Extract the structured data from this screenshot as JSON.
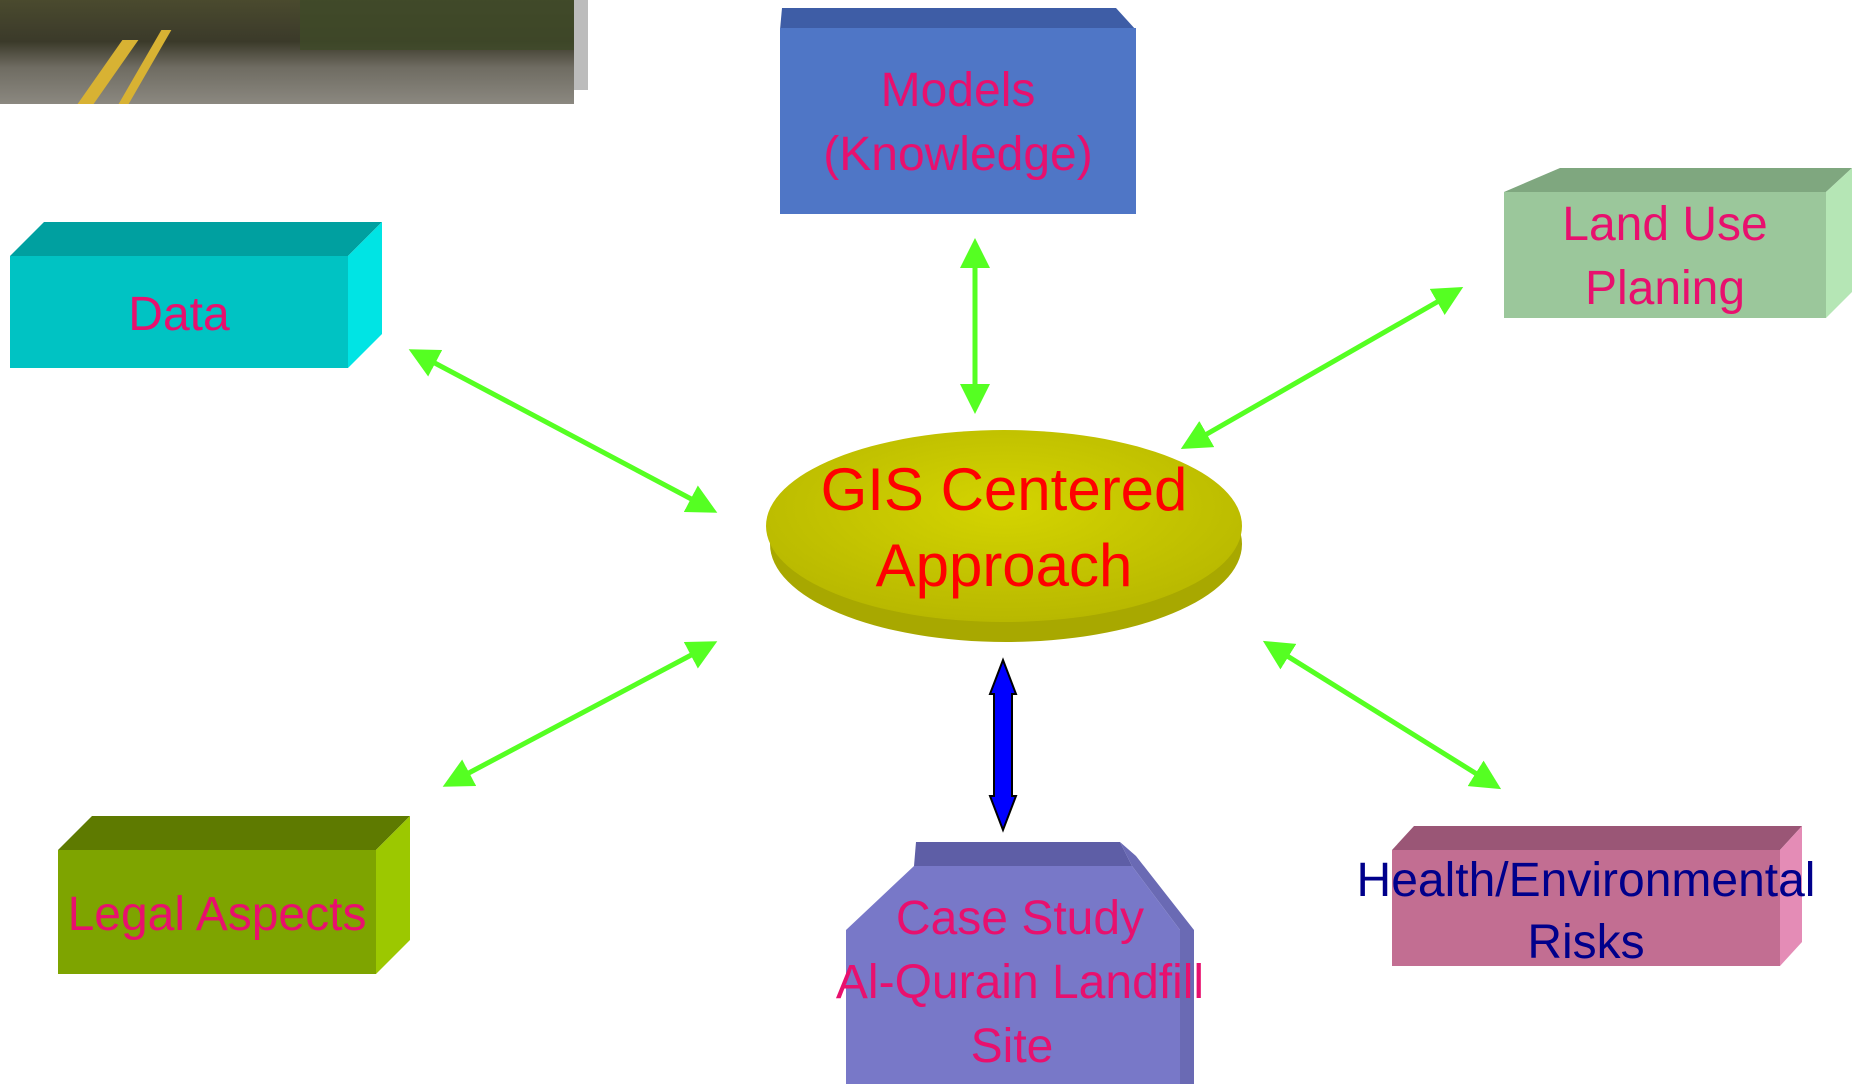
{
  "center": {
    "line1": "GIS Centered",
    "line2": "Approach",
    "color": "#ff0000",
    "fill": "#c8c800"
  },
  "nodes": {
    "models": {
      "line1": "Models",
      "line2": "(Knowledge)",
      "color": "#e8106e",
      "fill": "#4f76c6"
    },
    "land_use": {
      "line1": "Land Use",
      "line2": "Planing",
      "color": "#e8106e",
      "fill": "#9bc79b"
    },
    "data": {
      "line1": "Data",
      "color": "#e8106e",
      "fill": "#00c3c3"
    },
    "legal": {
      "line1": "Legal Aspects",
      "color": "#e8106e",
      "fill": "#7ea400"
    },
    "case_study": {
      "line1": "Case Study",
      "line2": "Al-Qurain Landfill",
      "line3": "Site",
      "color": "#e8106e",
      "fill": "#7878c8"
    },
    "health": {
      "line1": "Health/Environmental",
      "line2": "Risks",
      "color": "#00008b",
      "fill": "#c26e92"
    }
  },
  "arrow_colors": {
    "standard": "#55ff22",
    "case_study": "#0000ff"
  }
}
